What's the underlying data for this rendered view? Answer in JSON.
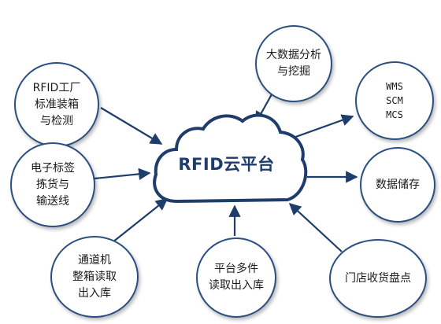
{
  "center": {
    "label": "RFID云平台"
  },
  "nodes": {
    "factory": "RFID工厂\n标准装箱\n与检测",
    "big_data": "大数据分析\n与挖掘",
    "systems": "WMS\nSCM\nMCS",
    "picking": "电子标签\n拣货与\n输送线",
    "storage": "数据储存",
    "channel": "通道机\n整箱读取\n出入库",
    "platform": "平台多件\n读取出入库",
    "store": "门店收货盘点"
  },
  "colors": {
    "outline": "#2a4f80",
    "arrow": "#1e3d6b",
    "text": "#1a1a1a"
  }
}
